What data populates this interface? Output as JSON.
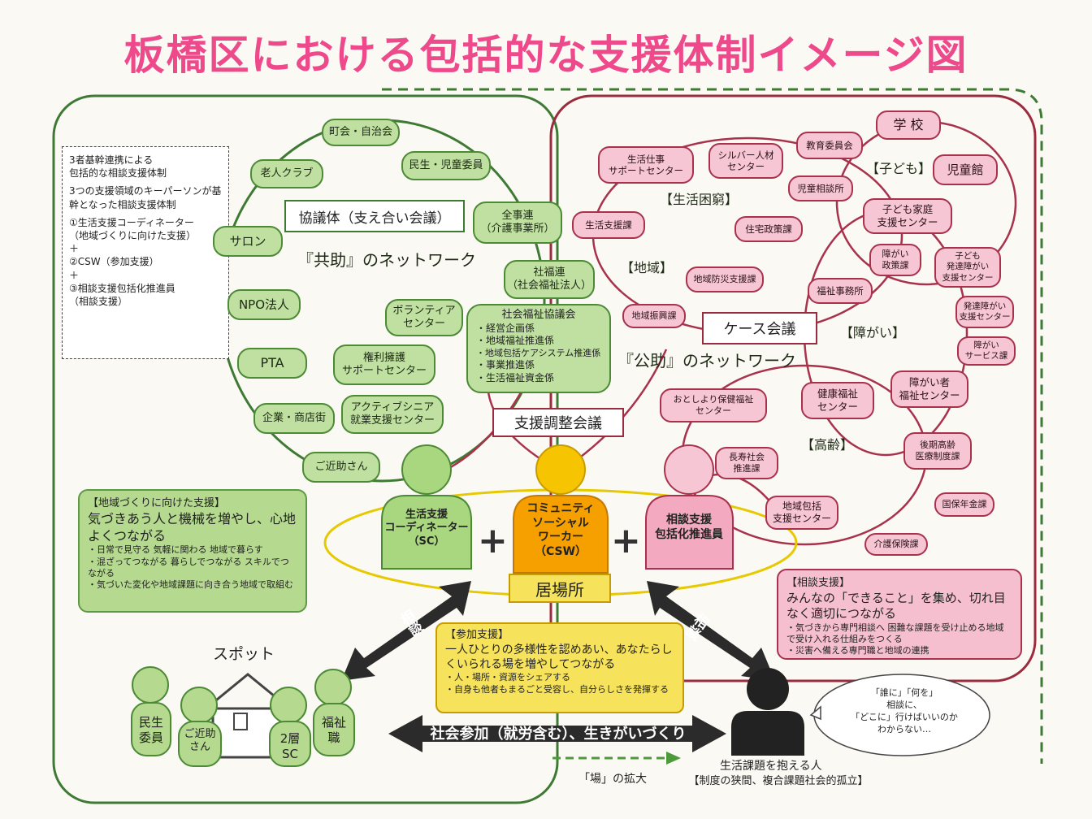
{
  "title": "板橋区における包括的な支援体制イメージ図",
  "left_note": {
    "line1": "3者基幹連携による\n包括的な相談支援体制",
    "line2": "3つの支援領域のキーパーソンが基幹となった相談支援体制",
    "line3": "①生活支援コーディネーター\n（地域づくりに向けた支援）\n＋\n②CSW（参加支援）\n＋\n③相談支援包括化推進員\n（相談支援）"
  },
  "kyogitai": "協議体（支え合い会議）",
  "kyojo_network": "『共助』のネットワーク",
  "kojo_network": "『公助』のネットワーク",
  "case_meeting": "ケース会議",
  "shien_chosei": "支援調整会議",
  "green_nodes": [
    "町会・自治会",
    "民生・児童委員",
    "老人クラブ",
    "全事連\n（介護事業所）",
    "サロン",
    "社福連\n（社会福祉法人）",
    "NPO法人",
    "ボランティア\nセンター",
    "権利擁護\nサポートセンター",
    "PTA",
    "アクティブシニア\n就業支援センター",
    "企業・商店街",
    "ご近助さん"
  ],
  "shakyo": {
    "title": "社会福祉協議会",
    "items": [
      "・経営企画係",
      "・地域福祉推進係",
      "・地域包括ケアシステム推進係",
      "・事業推進係",
      "・生活福祉資金係"
    ]
  },
  "pink_nodes": [
    "生活仕事\nサポートセンター",
    "シルバー人材\nセンター",
    "教育委員会",
    "学 校",
    "児童館",
    "児童相談所",
    "子ども家庭\n支援センター",
    "生活支援課",
    "住宅政策課",
    "障がい\n政策課",
    "子ども\n発達障がい\n支援センター",
    "地域防災支援課",
    "福祉事務所",
    "発達障がい\n支援センター",
    "地域振興課",
    "障がい\nサービス課",
    "おとしより保健福祉\nセンター",
    "健康福祉\nセンター",
    "障がい者\n福祉センター",
    "長寿社会\n推進課",
    "後期高齢\n医療制度課",
    "地域包括\n支援センター",
    "国保年金課",
    "介護保険課"
  ],
  "domain_labels": [
    "【生活困窮】",
    "【子ども】",
    "【地域】",
    "【障がい】",
    "【高齢】"
  ],
  "persons": {
    "sc": "生活支援\nコーディネーター\n（SC）",
    "csw": "コミュニティ\nソーシャル\nワーカー\n（CSW）",
    "soudan": "相談支援\n包括化推進員"
  },
  "ibasho": "居場所",
  "chiiki_box": {
    "title": "【地域づくりに向けた支援】",
    "main": "気づきあう人と機械を増やし、心地よくつながる",
    "subs": [
      "・日常で見守る 気軽に関わる 地域で暮らす",
      "・混ざってつながる 暮らしでつながる スキルでつながる",
      "・気づいた変化や地域課題に向き合う地域で取組む"
    ]
  },
  "soudan_box": {
    "title": "【相談支援】",
    "main": "みんなの「できること」を集め、切れ目なく適切につながる",
    "subs": [
      "・気づきから専門相談へ 困難な課題を受け止める地域で受け入れる仕組みをつくる",
      "・災害へ備える専門職と地域の連携"
    ]
  },
  "sanka_box": {
    "title": "【参加支援】",
    "main": "一人ひとりの多様性を認めあい、あなたらしくいられる場を増やしてつながる",
    "subs": [
      "・人・場所・資源をシェアする",
      "・自身も他者もまるごと受容し、自分らしさを発揮する"
    ]
  },
  "soudan_arrow": "相談",
  "spot": "スポット",
  "spot_people": [
    "民生\n委員",
    "ご近助\nさん",
    "2層\nSC",
    "福祉\n職"
  ],
  "shakai_sanka": "社会参加（就労含む）、生きがいづくり",
  "ba_kakudai": "「場」の拡大",
  "speech": "「誰に」「何を」\n相談に、\n「どこに」行けばいいのか\nわからない…",
  "client": {
    "label": "生活課題を抱える人",
    "sub": "【制度の狭間、複合課題社会的孤立】"
  },
  "colors": {
    "title": "#ee4a8b",
    "green": "#bfe0a0",
    "pink": "#f7c6d4",
    "yellow": "#f6c400"
  }
}
